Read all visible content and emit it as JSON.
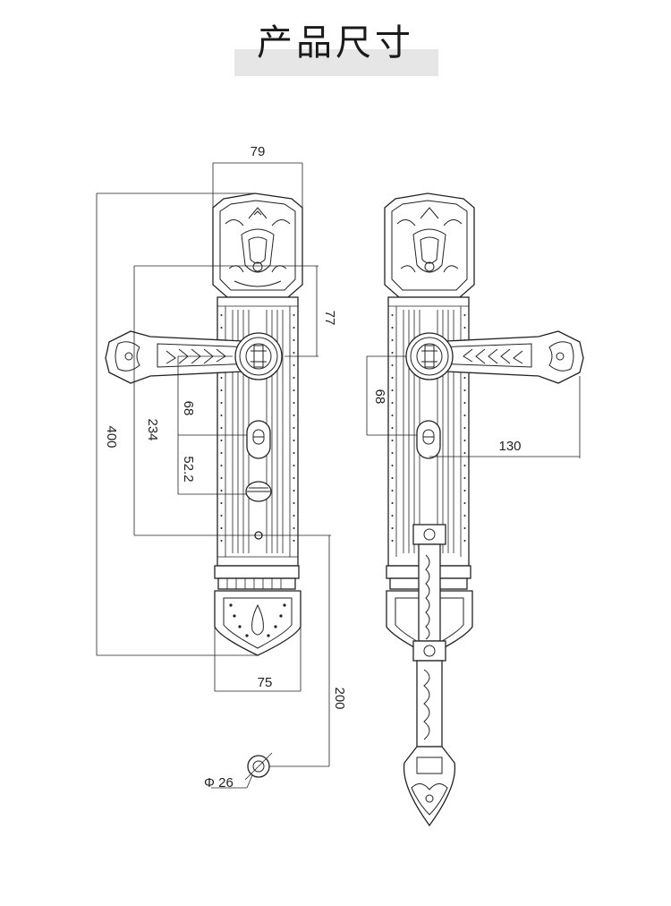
{
  "title": "产品尺寸",
  "dimensions": {
    "top_width": "79",
    "upper_height": "77",
    "overall_height": "400",
    "handle_to_bottom": "234",
    "handle_to_key": "68",
    "key_to_thumb": "52.2",
    "bottom_width": "75",
    "extra_length": "200",
    "cylinder_diameter": "Φ 26",
    "back_handle_to_key": "68",
    "handle_length": "130"
  }
}
